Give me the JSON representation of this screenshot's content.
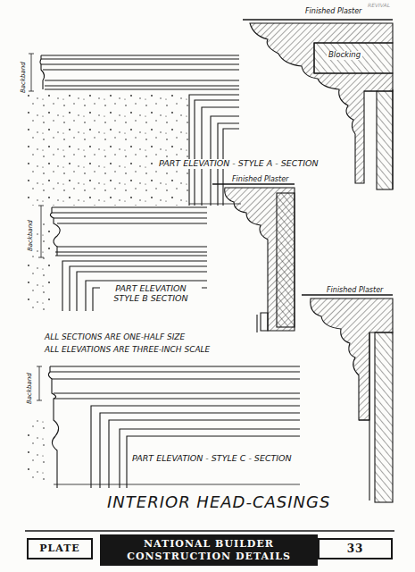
{
  "diagram": {
    "title": "INTERIOR HEAD-CASINGS",
    "nodes": [
      {
        "text": [
          "PLATE"
        ]
      },
      {
        "text": [
          "NATIONAL BUILDER CONSTRUCTION DETAILS"
        ]
      },
      {
        "text": [
          "33"
        ]
      }
    ],
    "labels": [
      "REVIVAL",
      "Finished Plaster",
      "Blocking",
      "Backband",
      "PART ELEVATION - STYLE A - SECTION",
      "Finished Plaster",
      "Backband",
      "PART ELEVATION STYLE B SECTION",
      "ALL SECTIONS ARE ONE-HALF SIZE",
      "ALL ELEVATIONS ARE THREE-INCH SCALE",
      "Finished Plaster",
      "Backband",
      "PART ELEVATION - STYLE C - SECTION"
    ]
  }
}
